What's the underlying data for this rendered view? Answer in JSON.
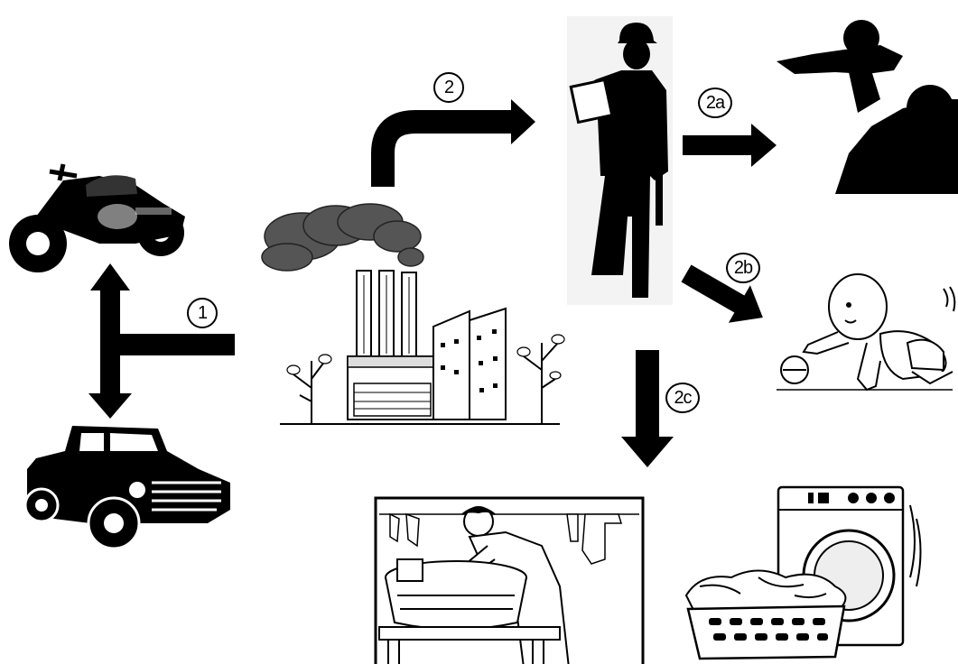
{
  "diagram": {
    "steps": {
      "step_1": "1",
      "step_2": "2",
      "step_2a": "2a",
      "step_2b": "2b",
      "step_2c": "2c"
    },
    "icons": {
      "motorcycle": "motorcycle-icon",
      "pickup_truck": "pickup-truck-icon",
      "factory": "factory-icon",
      "worker": "worker-icon",
      "parent_child": "parent-child-icon",
      "crawling_baby": "crawling-baby-icon",
      "washerwoman": "washerwoman-icon",
      "washing_machine": "washing-machine-icon"
    },
    "colors": {
      "ink": "#000000",
      "paper": "#ffffff"
    }
  }
}
